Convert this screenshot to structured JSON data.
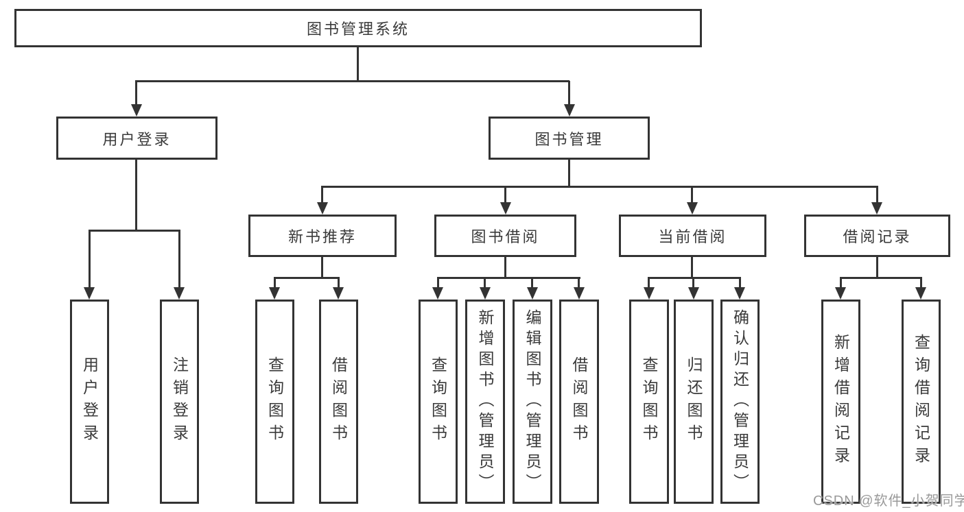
{
  "diagram": {
    "colors": {
      "line": "#333333",
      "text": "#3a3a3a",
      "wm": "#999999",
      "bg": "#ffffff"
    },
    "root": {
      "label": "图书管理系统"
    },
    "level2": [
      {
        "label": "用户登录"
      },
      {
        "label": "图书管理"
      }
    ],
    "level3": [
      {
        "label": "新书推荐"
      },
      {
        "label": "图书借阅"
      },
      {
        "label": "当前借阅"
      },
      {
        "label": "借阅记录"
      }
    ],
    "leaves": [
      {
        "label": "用户登录"
      },
      {
        "label": "注销登录"
      },
      {
        "label": "查询图书"
      },
      {
        "label": "借阅图书"
      },
      {
        "label": "查询图书"
      },
      {
        "label": "新增图书（管理员）"
      },
      {
        "label": "编辑图书（管理员）"
      },
      {
        "label": "借阅图书"
      },
      {
        "label": "查询图书"
      },
      {
        "label": "归还图书"
      },
      {
        "label": "确认归还（管理员）"
      },
      {
        "label": "新增借阅记录"
      },
      {
        "label": "查询借阅记录"
      }
    ]
  },
  "watermark": {
    "text": "CSDN @软件_小贺同学"
  }
}
